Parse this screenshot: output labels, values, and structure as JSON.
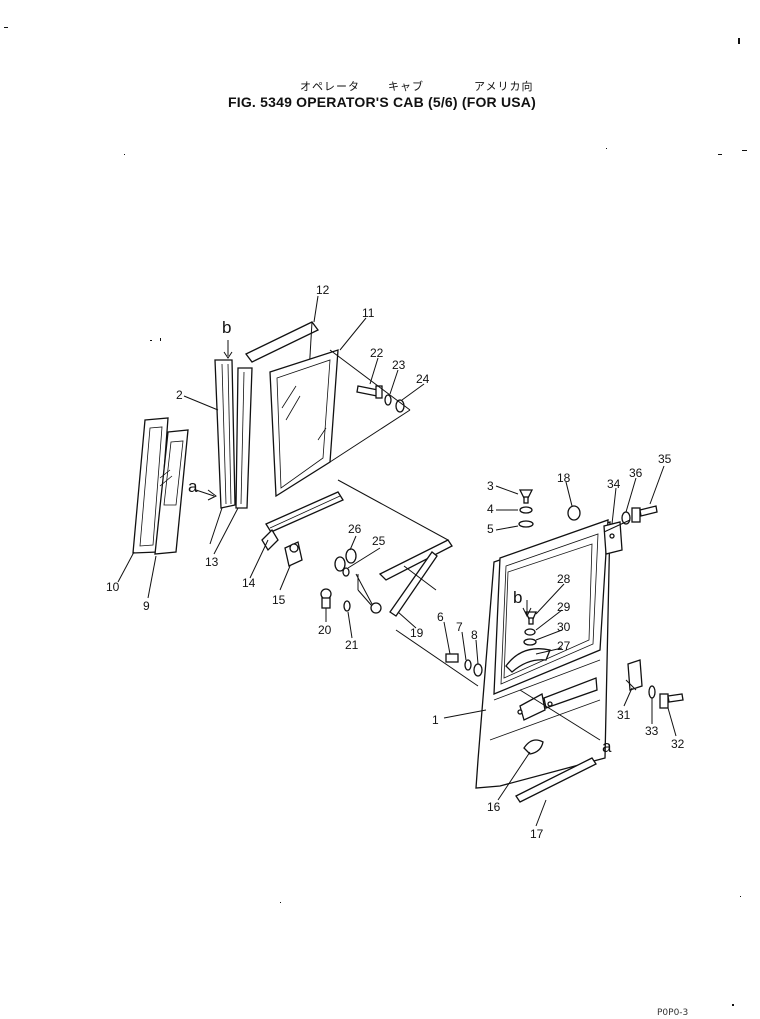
{
  "header": {
    "jp_labels": [
      "オペレータ",
      "キャブ",
      "アメリカ向"
    ],
    "title": "FIG. 5349 OPERATOR'S CAB (5/6) (FOR USA)"
  },
  "footer_code": "P0P0-3",
  "view_letters": {
    "b_top": "b",
    "a_left": "a",
    "b_door": "b",
    "a_door": "a"
  },
  "callouts": [
    "1",
    "2",
    "3",
    "4",
    "5",
    "6",
    "7",
    "8",
    "9",
    "10",
    "11",
    "12",
    "13",
    "14",
    "15",
    "16",
    "17",
    "18",
    "19",
    "20",
    "21",
    "22",
    "23",
    "24",
    "25",
    "26",
    "27",
    "28",
    "29",
    "30",
    "31",
    "32",
    "33",
    "34",
    "35",
    "36"
  ]
}
